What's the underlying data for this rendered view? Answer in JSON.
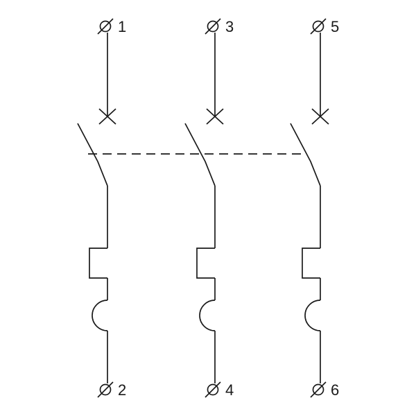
{
  "diagram": {
    "type": "electrical-schematic",
    "subject": "three-pole circuit breaker with contact, thermal overload and magnetic trip elements",
    "colors": {
      "stroke": "#1a1a1a",
      "background": "#ffffff"
    },
    "poles": [
      {
        "top_terminal": "1",
        "bottom_terminal": "2"
      },
      {
        "top_terminal": "3",
        "bottom_terminal": "4"
      },
      {
        "top_terminal": "5",
        "bottom_terminal": "6"
      }
    ],
    "linkage_style": "dashed"
  }
}
